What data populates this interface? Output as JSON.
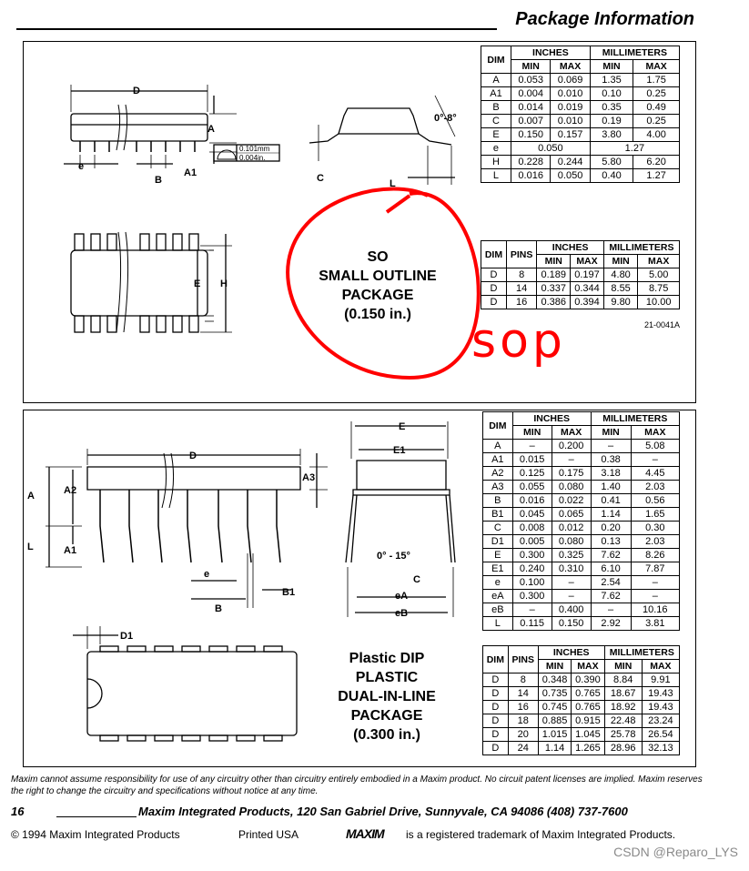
{
  "header": {
    "title": "Package Information"
  },
  "so": {
    "name_lines": [
      "SO",
      "SMALL OUTLINE",
      "PACKAGE",
      "(0.150 in.)"
    ],
    "drawing_ref": "21-0041A",
    "dim_header": "DIM",
    "pins_header": "PINS",
    "inches_header": "INCHES",
    "mm_header": "MILLIMETERS",
    "min_label": "MIN",
    "max_label": "MAX",
    "dims": [
      {
        "dim": "A",
        "in_min": "0.053",
        "in_max": "0.069",
        "mm_min": "1.35",
        "mm_max": "1.75"
      },
      {
        "dim": "A1",
        "in_min": "0.004",
        "in_max": "0.010",
        "mm_min": "0.10",
        "mm_max": "0.25"
      },
      {
        "dim": "B",
        "in_min": "0.014",
        "in_max": "0.019",
        "mm_min": "0.35",
        "mm_max": "0.49"
      },
      {
        "dim": "C",
        "in_min": "0.007",
        "in_max": "0.010",
        "mm_min": "0.19",
        "mm_max": "0.25"
      },
      {
        "dim": "E",
        "in_min": "0.150",
        "in_max": "0.157",
        "mm_min": "3.80",
        "mm_max": "4.00"
      },
      {
        "dim": "e",
        "in_nom": "0.050",
        "mm_nom": "1.27"
      },
      {
        "dim": "H",
        "in_min": "0.228",
        "in_max": "0.244",
        "mm_min": "5.80",
        "mm_max": "6.20"
      },
      {
        "dim": "L",
        "in_min": "0.016",
        "in_max": "0.050",
        "mm_min": "0.40",
        "mm_max": "1.27"
      }
    ],
    "pin_rows": [
      {
        "dim": "D",
        "pins": "8",
        "in_min": "0.189",
        "in_max": "0.197",
        "mm_min": "4.80",
        "mm_max": "5.00"
      },
      {
        "dim": "D",
        "pins": "14",
        "in_min": "0.337",
        "in_max": "0.344",
        "mm_min": "8.55",
        "mm_max": "8.75"
      },
      {
        "dim": "D",
        "pins": "16",
        "in_min": "0.386",
        "in_max": "0.394",
        "mm_min": "9.80",
        "mm_max": "10.00"
      }
    ],
    "drawing_labels": {
      "D": "D",
      "A": "A",
      "e": "e",
      "B": "B",
      "A1": "A1",
      "E": "E",
      "H": "H",
      "C": "C",
      "L": "L",
      "angle": "0°-8°",
      "tol1": "0.101mm",
      "tol2": "0.004in."
    }
  },
  "annotation": {
    "handwritten": "sop",
    "color": "#ff0000"
  },
  "dip": {
    "name_lines": [
      "Plastic DIP",
      "PLASTIC",
      "DUAL-IN-LINE",
      "PACKAGE",
      "(0.300 in.)"
    ],
    "dim_header": "DIM",
    "pins_header": "PINS",
    "inches_header": "INCHES",
    "mm_header": "MILLIMETERS",
    "min_label": "MIN",
    "max_label": "MAX",
    "dims": [
      {
        "dim": "A",
        "in_min": "–",
        "in_max": "0.200",
        "mm_min": "–",
        "mm_max": "5.08"
      },
      {
        "dim": "A1",
        "in_min": "0.015",
        "in_max": "–",
        "mm_min": "0.38",
        "mm_max": "–"
      },
      {
        "dim": "A2",
        "in_min": "0.125",
        "in_max": "0.175",
        "mm_min": "3.18",
        "mm_max": "4.45"
      },
      {
        "dim": "A3",
        "in_min": "0.055",
        "in_max": "0.080",
        "mm_min": "1.40",
        "mm_max": "2.03"
      },
      {
        "dim": "B",
        "in_min": "0.016",
        "in_max": "0.022",
        "mm_min": "0.41",
        "mm_max": "0.56"
      },
      {
        "dim": "B1",
        "in_min": "0.045",
        "in_max": "0.065",
        "mm_min": "1.14",
        "mm_max": "1.65"
      },
      {
        "dim": "C",
        "in_min": "0.008",
        "in_max": "0.012",
        "mm_min": "0.20",
        "mm_max": "0.30"
      },
      {
        "dim": "D1",
        "in_min": "0.005",
        "in_max": "0.080",
        "mm_min": "0.13",
        "mm_max": "2.03"
      },
      {
        "dim": "E",
        "in_min": "0.300",
        "in_max": "0.325",
        "mm_min": "7.62",
        "mm_max": "8.26"
      },
      {
        "dim": "E1",
        "in_min": "0.240",
        "in_max": "0.310",
        "mm_min": "6.10",
        "mm_max": "7.87"
      },
      {
        "dim": "e",
        "in_min": "0.100",
        "in_max": "–",
        "mm_min": "2.54",
        "mm_max": "–"
      },
      {
        "dim": "eA",
        "in_min": "0.300",
        "in_max": "–",
        "mm_min": "7.62",
        "mm_max": "–"
      },
      {
        "dim": "eB",
        "in_min": "–",
        "in_max": "0.400",
        "mm_min": "–",
        "mm_max": "10.16"
      },
      {
        "dim": "L",
        "in_min": "0.115",
        "in_max": "0.150",
        "mm_min": "2.92",
        "mm_max": "3.81"
      }
    ],
    "pin_rows": [
      {
        "dim": "D",
        "pins": "8",
        "in_min": "0.348",
        "in_max": "0.390",
        "mm_min": "8.84",
        "mm_max": "9.91"
      },
      {
        "dim": "D",
        "pins": "14",
        "in_min": "0.735",
        "in_max": "0.765",
        "mm_min": "18.67",
        "mm_max": "19.43"
      },
      {
        "dim": "D",
        "pins": "16",
        "in_min": "0.745",
        "in_max": "0.765",
        "mm_min": "18.92",
        "mm_max": "19.43"
      },
      {
        "dim": "D",
        "pins": "18",
        "in_min": "0.885",
        "in_max": "0.915",
        "mm_min": "22.48",
        "mm_max": "23.24"
      },
      {
        "dim": "D",
        "pins": "20",
        "in_min": "1.015",
        "in_max": "1.045",
        "mm_min": "25.78",
        "mm_max": "26.54"
      },
      {
        "dim": "D",
        "pins": "24",
        "in_min": "1.14",
        "in_max": "1.265",
        "mm_min": "28.96",
        "mm_max": "32.13"
      }
    ],
    "drawing_labels": {
      "D": "D",
      "A": "A",
      "A2": "A2",
      "A3": "A3",
      "L": "L",
      "A1": "A1",
      "e": "e",
      "B": "B",
      "B1": "B1",
      "E": "E",
      "E1": "E1",
      "angle": "0° - 15°",
      "C": "C",
      "eA": "eA",
      "eB": "eB",
      "D1": "D1"
    }
  },
  "footer": {
    "disclaimer": "Maxim cannot assume responsibility for use of any circuitry other than circuitry entirely embodied in a Maxim product. No circuit patent licenses are implied. Maxim reserves the right to change the circuitry and specifications without notice at any time.",
    "page_number": "16",
    "company_line": "Maxim Integrated Products, 120 San Gabriel Drive, Sunnyvale, CA  94086 (408) 737-7600",
    "copyright": "©  1994 Maxim Integrated Products",
    "printed": "Printed USA",
    "logo": "MAXIM",
    "trademark": "is a registered trademark of Maxim Integrated Products."
  },
  "watermark": "CSDN @Reparo_LYS"
}
